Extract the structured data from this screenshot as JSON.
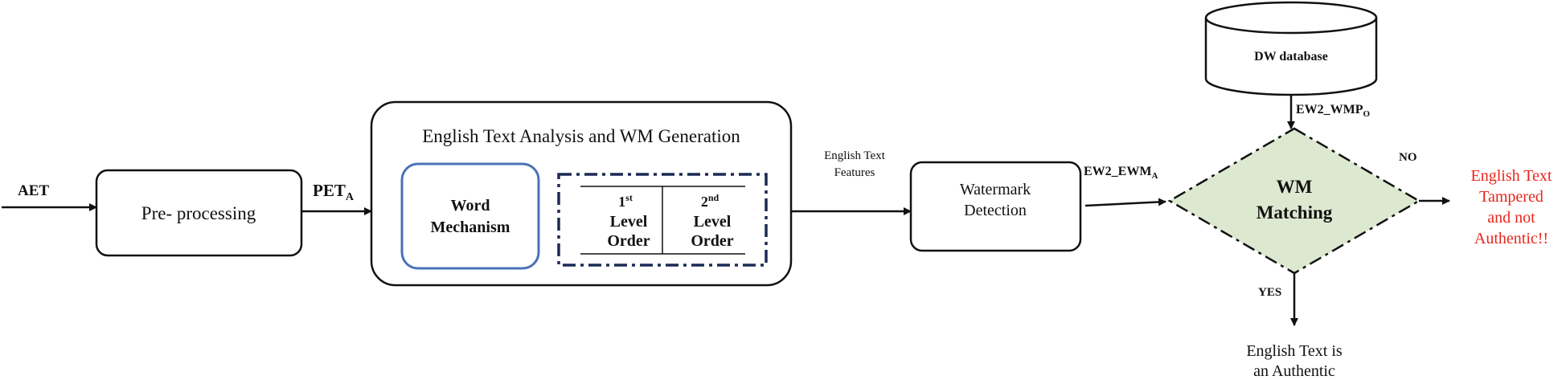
{
  "labels": {
    "input": "AET",
    "output_preprocess_main": "PET",
    "output_preprocess_sub": "A",
    "features_line1": "English Text",
    "features_line2": "Features",
    "detected_main": "EW2_EWM",
    "detected_sub": "A",
    "original_main": "EW2_WMP",
    "original_sub": "O",
    "no": "NO",
    "yes": "YES"
  },
  "boxes": {
    "preprocessing": "Pre- processing",
    "analysis_title": "English Text Analysis and WM Generation",
    "word_mechanism_line1": "Word",
    "word_mechanism_line2": "Mechanism",
    "watermark_detection_line1": "Watermark",
    "watermark_detection_line2": "Detection",
    "database": "DW database"
  },
  "order_table": {
    "col1_num": "1",
    "col1_sup": "st",
    "col2_num": "2",
    "col2_sup": "nd",
    "row1": "Level",
    "row2": "Order"
  },
  "decision": {
    "line1": "WM",
    "line2": "Matching"
  },
  "outcomes": {
    "tampered_line1": "English Text",
    "tampered_line2": "Tampered",
    "tampered_line3": "and not",
    "tampered_line4": "Authentic!!",
    "authentic_line1": "English Text is",
    "authentic_line2": "an Authentic"
  },
  "colors": {
    "stroke": "#111111",
    "word_box": "#4a72b8",
    "dashed_box": "#1c2a55",
    "diamond_fill": "#dde8d0",
    "alert_text": "#e8261c"
  }
}
